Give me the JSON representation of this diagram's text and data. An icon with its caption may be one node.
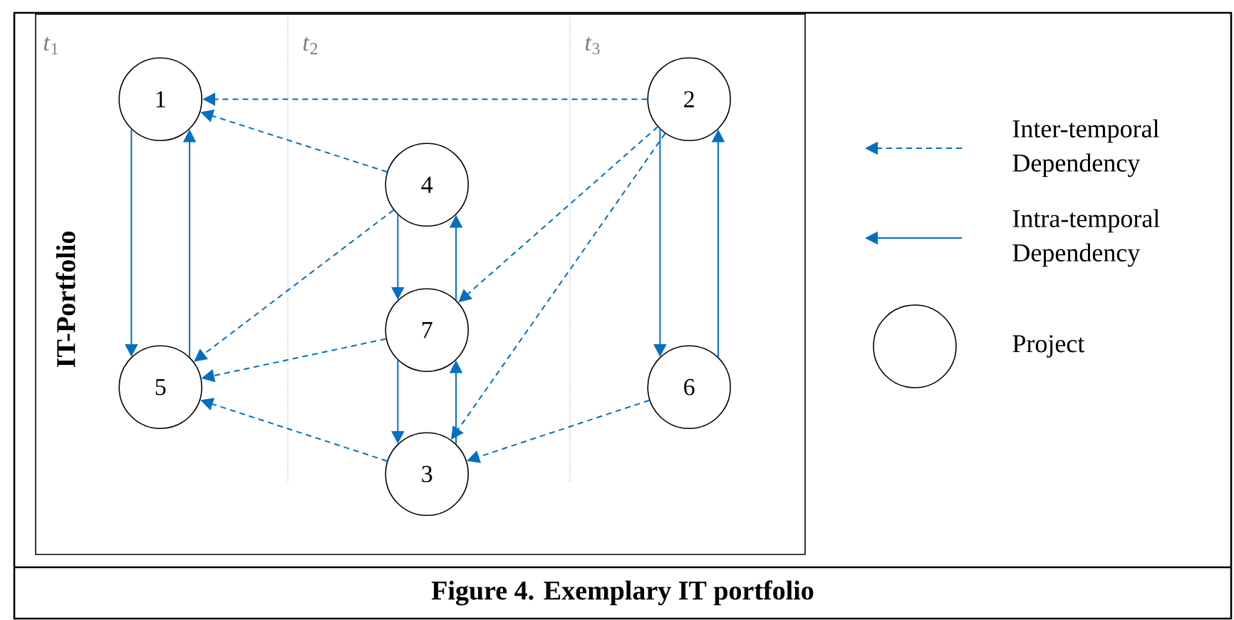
{
  "diagram": {
    "caption": "Figure 4.  Exemplary IT portfolio",
    "nodes": [
      {
        "text": [
          "IT-Portfolio"
        ]
      },
      {
        "text": [
          "1"
        ],
        "in": 0
      },
      {
        "text": [
          "2"
        ],
        "in": 0
      },
      {
        "text": [
          "3"
        ],
        "in": 0
      },
      {
        "text": [
          "4"
        ],
        "in": 0
      },
      {
        "text": [
          "5"
        ],
        "in": 0
      },
      {
        "text": [
          "6"
        ],
        "in": 0
      },
      {
        "text": [
          "7"
        ],
        "in": 0
      }
    ],
    "edges": [
      {
        "from": 1,
        "to": 5,
        "arrow": "to"
      },
      {
        "from": 5,
        "to": 1,
        "arrow": "to"
      },
      {
        "from": 4,
        "to": 7,
        "arrow": "to"
      },
      {
        "from": 7,
        "to": 4,
        "arrow": "to"
      },
      {
        "from": 7,
        "to": 3,
        "arrow": "to"
      },
      {
        "from": 3,
        "to": 7,
        "arrow": "to"
      },
      {
        "from": 2,
        "to": 6,
        "arrow": "to"
      },
      {
        "from": 6,
        "to": 2,
        "arrow": "to"
      },
      {
        "from": 2,
        "to": 1,
        "arrow": "to",
        "style": "dashed"
      },
      {
        "from": 4,
        "to": 1,
        "arrow": "to",
        "style": "dashed"
      },
      {
        "from": 4,
        "to": 5,
        "arrow": "to",
        "style": "dashed"
      },
      {
        "from": 7,
        "to": 5,
        "arrow": "to",
        "style": "dashed"
      },
      {
        "from": 3,
        "to": 5,
        "arrow": "to",
        "style": "dashed"
      },
      {
        "from": 2,
        "to": 7,
        "arrow": "to",
        "style": "dashed"
      },
      {
        "from": 2,
        "to": 3,
        "arrow": "to",
        "style": "dashed"
      },
      {
        "from": 6,
        "to": 3,
        "arrow": "to",
        "style": "dashed"
      }
    ],
    "labels": [
      "*t*$_{1}$",
      "*t*$_{2}$",
      "*t*$_{3}$"
    ],
    "legend": [
      {
        "text": "Inter-temporal Dependency"
      },
      {
        "text": "Intra-temporal Dependency"
      },
      {
        "text": "Project"
      }
    ]
  }
}
